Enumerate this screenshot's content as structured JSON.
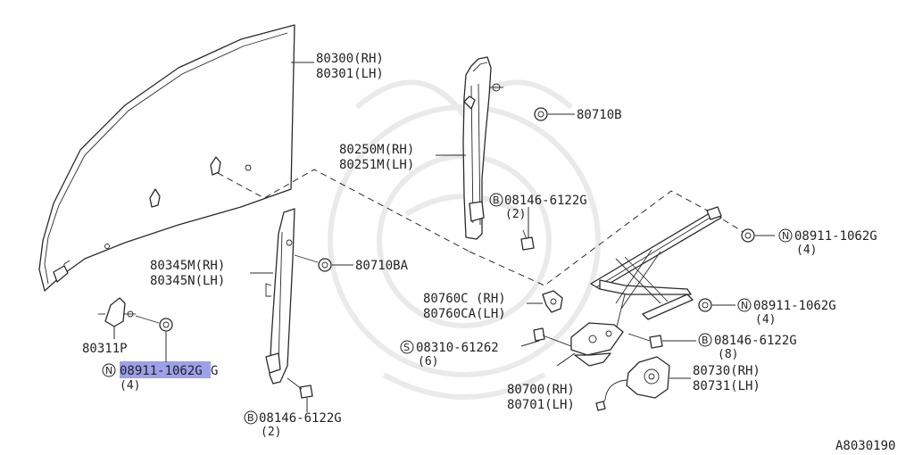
{
  "diagram_id": "A8030190",
  "callouts": {
    "glass": [
      "80300(RH)",
      "80301(LH)"
    ],
    "rear_sash": [
      "80250M(RH)",
      "80251M(LH)"
    ],
    "rear_sash_nut": "80710B",
    "rear_sash_bolt": {
      "symbol": "B",
      "code": "08146-6122G",
      "qty": "(2)"
    },
    "front_sash": [
      "80345M(RH)",
      "80345N(LH)"
    ],
    "front_sash_nut": "80710BA",
    "front_sash_bolt": {
      "symbol": "B",
      "code": "08146-6122G",
      "qty": "(2)"
    },
    "stopper": "80311P",
    "stopper_nut": {
      "symbol": "N",
      "code": "08911-1062G",
      "qty": "(4)"
    },
    "regulator_nut_top": {
      "symbol": "N",
      "code": "08911-1062G",
      "qty": "(4)"
    },
    "regulator_nut_mid": {
      "symbol": "N",
      "code": "08911-1062G",
      "qty": "(4)"
    },
    "clip": [
      "80760C (RH)",
      "80760CA(LH)"
    ],
    "screw": {
      "symbol": "S",
      "code": "08310-61262",
      "qty": "(6)"
    },
    "regulator_bolt": {
      "symbol": "B",
      "code": "08146-6122G",
      "qty": "(8)"
    },
    "regulator": [
      "80700(RH)",
      "80701(LH)"
    ],
    "motor": [
      "80730(RH)",
      "80731(LH)"
    ]
  }
}
